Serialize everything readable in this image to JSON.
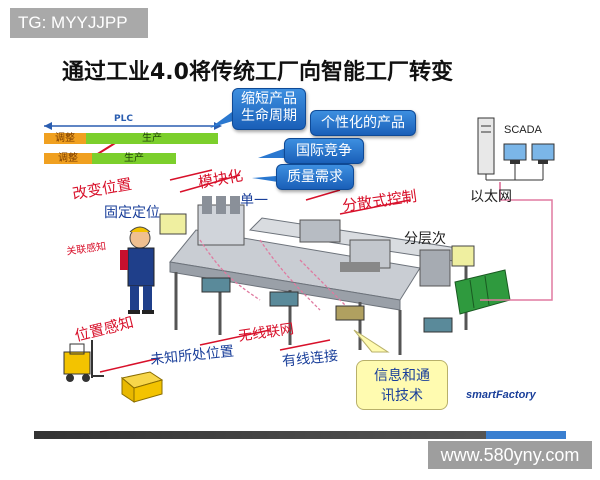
{
  "watermark_top": "TG: MYYJJPP",
  "title": "通过工业4.0将传统工厂向智能工厂转变",
  "plc": {
    "label": "PLC",
    "row1_adjust": "调整",
    "row1_produce": "生产",
    "row2_adjust": "调整",
    "row2_produce": "生产"
  },
  "callouts": {
    "c1_line1": "缩短产品",
    "c1_line2": "生命周期",
    "c2": "个性化的产品",
    "c3": "国际竞争",
    "c4": "质量需求"
  },
  "labels": {
    "change_position": "改变位置",
    "fixed_position": "固定定位",
    "modular": "模块化",
    "single": "单一",
    "distributed_control": "分散式控制",
    "layered": "分层次",
    "associated_sensing": "关联感知",
    "position_sensing": "位置感知",
    "unknown_position": "未知所处位置",
    "wireless_network": "无线联网",
    "wired_connection": "有线连接",
    "scada": "SCADA",
    "ethernet": "以太网"
  },
  "bubble_line1": "信息和通",
  "bubble_line2": "讯技术",
  "logo": "smartFactory",
  "watermark_bottom": "www.580yny.com",
  "colors": {
    "callout_blue": "#1a5fb8",
    "label_red": "#d8102a",
    "label_blue": "#1a3f9a",
    "bar_orange": "#f0a020",
    "bar_green": "#7ccf2c"
  }
}
